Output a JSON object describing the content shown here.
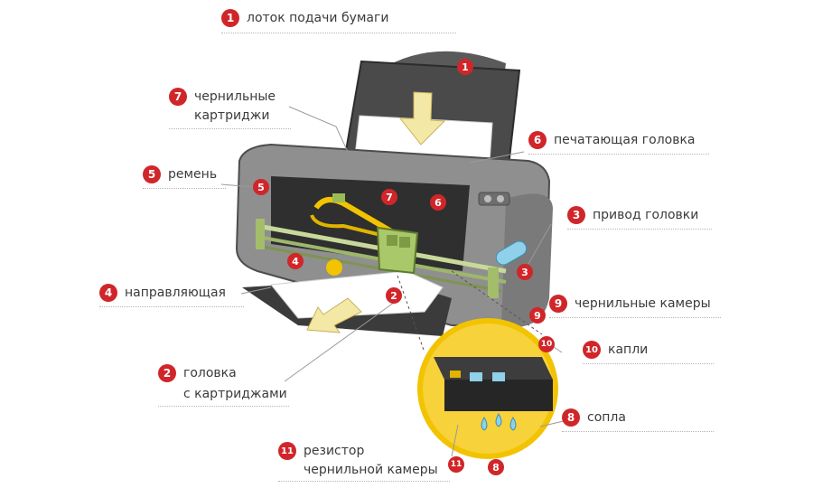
{
  "labels": [
    {
      "num": "1",
      "line1": "лоток подачи бумаги",
      "line2": ""
    },
    {
      "num": "7",
      "line1": "чернильные",
      "line2": "картриджи"
    },
    {
      "num": "6",
      "line1": "печатающая головка",
      "line2": ""
    },
    {
      "num": "5",
      "line1": "ремень",
      "line2": ""
    },
    {
      "num": "3",
      "line1": "привод головки",
      "line2": ""
    },
    {
      "num": "9",
      "line1": "чернильные камеры",
      "line2": ""
    },
    {
      "num": "4",
      "line1": "направляющая",
      "line2": ""
    },
    {
      "num": "10",
      "line1": "капли",
      "line2": ""
    },
    {
      "num": "2",
      "line1": "головка",
      "line2": "с картриджами"
    },
    {
      "num": "8",
      "line1": "сопла",
      "line2": ""
    },
    {
      "num": "11",
      "line1": "резистор",
      "line2": "чернильной камеры"
    }
  ],
  "markers": [
    "1",
    "7",
    "6",
    "5",
    "4",
    "2",
    "3",
    "9",
    "10",
    "11",
    "8"
  ],
  "colors": {
    "badge": "#d0262a",
    "accent_yellow": "#f2c300",
    "cartridge_green": "#a9c86a",
    "body_gray": "#8c8c8c",
    "dark_gray": "#3a3a3a"
  }
}
